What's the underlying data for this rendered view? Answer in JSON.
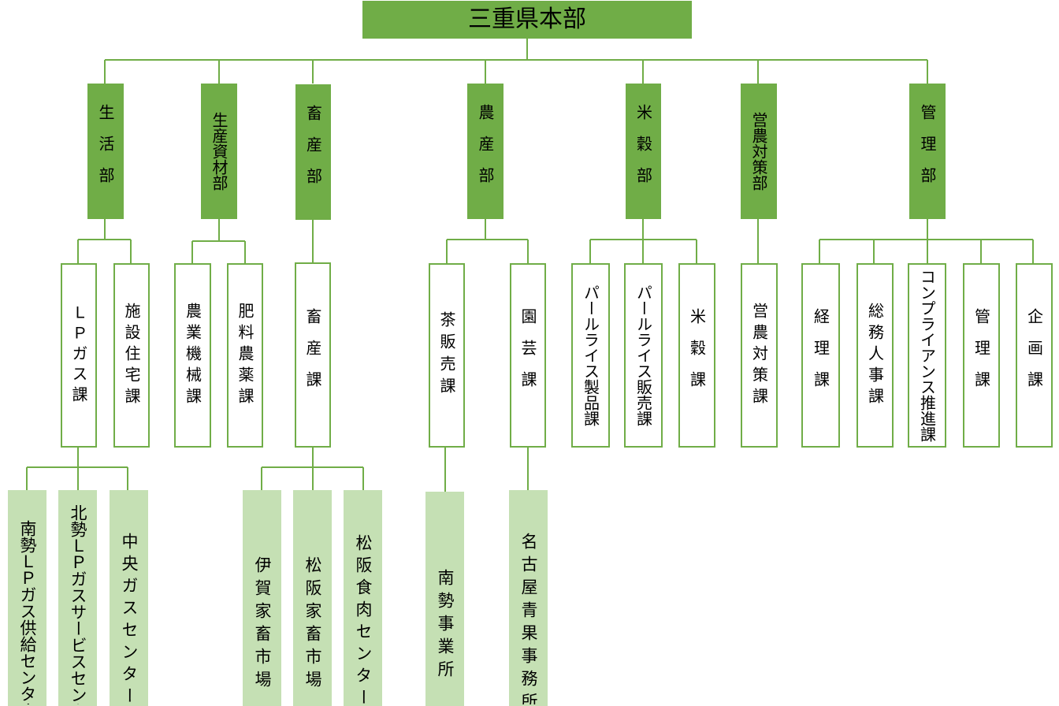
{
  "chart": {
    "root": {
      "label": "三重県本部"
    },
    "departments": [
      {
        "label": "生活部"
      },
      {
        "label": "生産資材部"
      },
      {
        "label": "畜産部"
      },
      {
        "label": "農産部"
      },
      {
        "label": "米穀部"
      },
      {
        "label": "営農対策部"
      },
      {
        "label": "管理部"
      }
    ],
    "sections": [
      {
        "label": "ＬＰガス課"
      },
      {
        "label": "施設住宅課"
      },
      {
        "label": "農業機械課"
      },
      {
        "label": "肥料農薬課"
      },
      {
        "label": "畜産課"
      },
      {
        "label": "茶販売課"
      },
      {
        "label": "園芸課"
      },
      {
        "label": "パールライス製品課"
      },
      {
        "label": "パールライス販売課"
      },
      {
        "label": "米穀課"
      },
      {
        "label": "営農対策課"
      },
      {
        "label": "経理課"
      },
      {
        "label": "総務人事課"
      },
      {
        "label": "コンプライアンス推進課"
      },
      {
        "label": "管理課"
      },
      {
        "label": "企画課"
      }
    ],
    "offices": [
      {
        "label": "南勢ＬＰガス供給センター"
      },
      {
        "label": "北勢ＬＰガスサービスセンター"
      },
      {
        "label": "中央ガスセンター"
      },
      {
        "label": "伊賀家畜市場"
      },
      {
        "label": "松阪家畜市場"
      },
      {
        "label": "松阪食肉センター"
      },
      {
        "label": "南勢事業所"
      },
      {
        "label": "名古屋青果事務所"
      }
    ],
    "colors": {
      "department_fill": "#70ad47",
      "section_border": "#70ad47",
      "office_fill": "#c5e0b4",
      "connector": "#70ad47"
    }
  }
}
